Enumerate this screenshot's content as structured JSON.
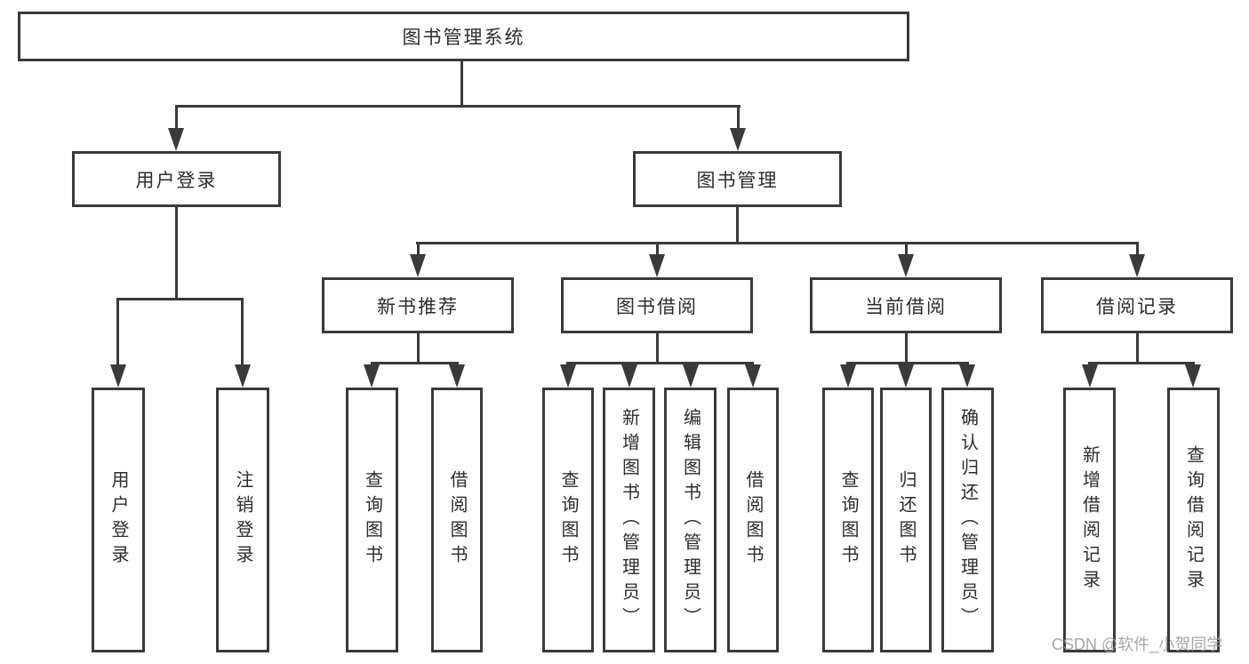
{
  "colors": {
    "line": "#3a3a3a",
    "text": "#2d2d2d",
    "watermark": "#9e9e9e",
    "background": "#ffffff"
  },
  "watermark": "CSDN @软件_小贺同学",
  "tree": {
    "label": "图书管理系统",
    "children": [
      {
        "label": "用户登录",
        "children": [
          {
            "label": "用户登录"
          },
          {
            "label": "注销登录"
          }
        ]
      },
      {
        "label": "图书管理",
        "children": [
          {
            "label": "新书推荐",
            "children": [
              {
                "label": "查询图书"
              },
              {
                "label": "借阅图书"
              }
            ]
          },
          {
            "label": "图书借阅",
            "children": [
              {
                "label": "查询图书"
              },
              {
                "label": "新增图书（管理员）"
              },
              {
                "label": "编辑图书（管理员）"
              },
              {
                "label": "借阅图书"
              }
            ]
          },
          {
            "label": "当前借阅",
            "children": [
              {
                "label": "查询图书"
              },
              {
                "label": "归还图书"
              },
              {
                "label": "确认归还（管理员）"
              }
            ]
          },
          {
            "label": "借阅记录",
            "children": [
              {
                "label": "新增借阅记录"
              },
              {
                "label": "查询借阅记录"
              }
            ]
          }
        ]
      }
    ]
  }
}
